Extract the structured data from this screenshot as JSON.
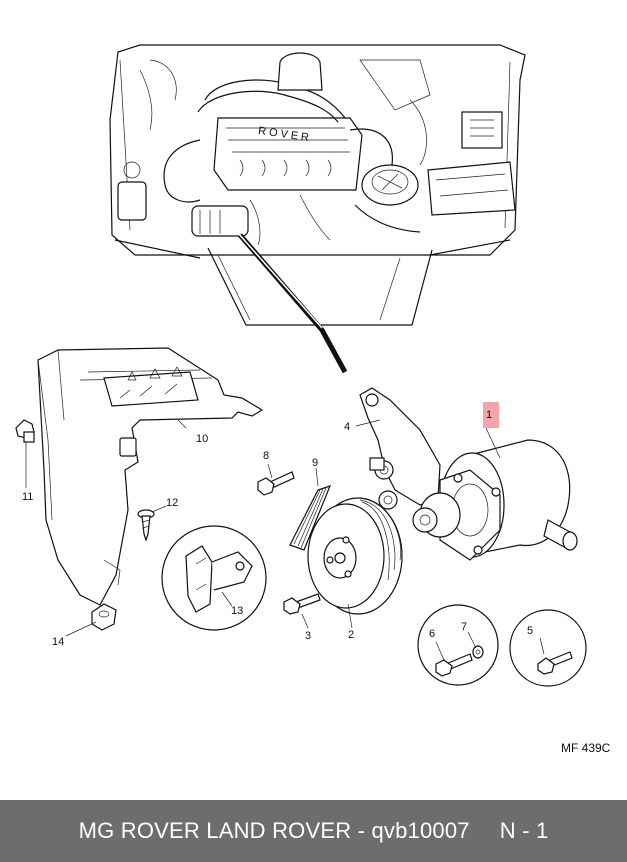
{
  "diagram": {
    "reference_code": "MF 439C",
    "highlight_color": "#f4a4a8",
    "callouts": {
      "c1": "1",
      "c2": "2",
      "c3": "3",
      "c4": "4",
      "c5": "5",
      "c6": "6",
      "c7": "7",
      "c8": "8",
      "c9": "9",
      "c10": "10",
      "c11": "11",
      "c12": "12",
      "c13": "13",
      "c14": "14"
    }
  },
  "footer": {
    "part_text": "MG ROVER LAND ROVER - qvb10007",
    "page_text": "N - 1"
  }
}
